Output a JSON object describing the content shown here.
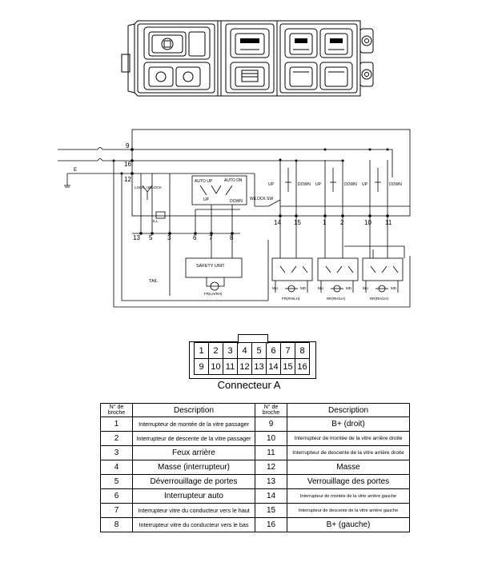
{
  "diagram": {
    "pin_labels": [
      "9",
      "16",
      "12",
      "13",
      "5",
      "3",
      "6",
      "7",
      "8",
      "14",
      "15",
      "1",
      "2",
      "10",
      "11"
    ],
    "labels": {
      "e": "E",
      "lock": "LOCK",
      "unlock": "UNLOCK",
      "auto_up": "AUTO UP",
      "auto_dn": "AUTO DN",
      "up": "UP",
      "down": "DOWN",
      "wlock": "W/LOCK SW",
      "safety_unit": "SAFETY UNIT",
      "tail": "TAIL",
      "ill": "ILL",
      "mu": "MU",
      "md": "MD",
      "motor_drv": "FR(LH/RH)",
      "motor_ps": "FR(RH/LH)",
      "motor_rr1": "RR(RH/LH)",
      "motor_rr2": "RR(RH/LH)"
    }
  },
  "connector": {
    "row1": [
      "1",
      "2",
      "3",
      "4",
      "5",
      "6",
      "7",
      "8"
    ],
    "row2": [
      "9",
      "10",
      "11",
      "12",
      "13",
      "14",
      "15",
      "16"
    ],
    "caption": "Connecteur A"
  },
  "table": {
    "headers": [
      "N° de broche",
      "Description",
      "N° de broche",
      "Description"
    ],
    "rows": [
      {
        "no1": "1",
        "desc1": "Interrupteur de montée de la vitre passager",
        "no2": "9",
        "desc2": "B+ (droit)"
      },
      {
        "no1": "2",
        "desc1": "Interrupteur de descente de la vitre passager",
        "no2": "10",
        "desc2": "Interrupteur de montée de la vitre arrière droite"
      },
      {
        "no1": "3",
        "desc1": "Feux arrière",
        "no2": "11",
        "desc2": "Interrupteur de descente de la vitre arrière droite"
      },
      {
        "no1": "4",
        "desc1": "Masse (interrupteur)",
        "no2": "12",
        "desc2": "Masse"
      },
      {
        "no1": "5",
        "desc1": "Déverrouillage de portes",
        "no2": "13",
        "desc2": "Verrouillage des portes"
      },
      {
        "no1": "6",
        "desc1": "Interrupteur auto",
        "no2": "14",
        "desc2": "Interrupteur de montée de la vitre arrière gauche"
      },
      {
        "no1": "7",
        "desc1": "Interrupteur vitre du conducteur vers le haut",
        "no2": "15",
        "desc2": "Interrupteur de descente de la vitre arrière gauche"
      },
      {
        "no1": "8",
        "desc1": "Interrupteur vitre du conducteur vers le bas",
        "no2": "16",
        "desc2": "B+ (gauche)"
      }
    ]
  }
}
